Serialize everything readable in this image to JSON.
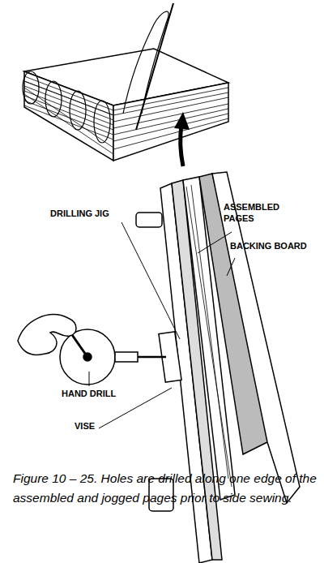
{
  "diagram": {
    "caption": "Figure 10 – 25. Holes are drilled along one edge of the assembled and jogged pages prior to side sewing.",
    "labels": [
      "DRILLING JIG",
      "ASSEMBLED PAGES",
      "BACKING BOARD",
      "HAND DRILL",
      "VISE"
    ]
  }
}
